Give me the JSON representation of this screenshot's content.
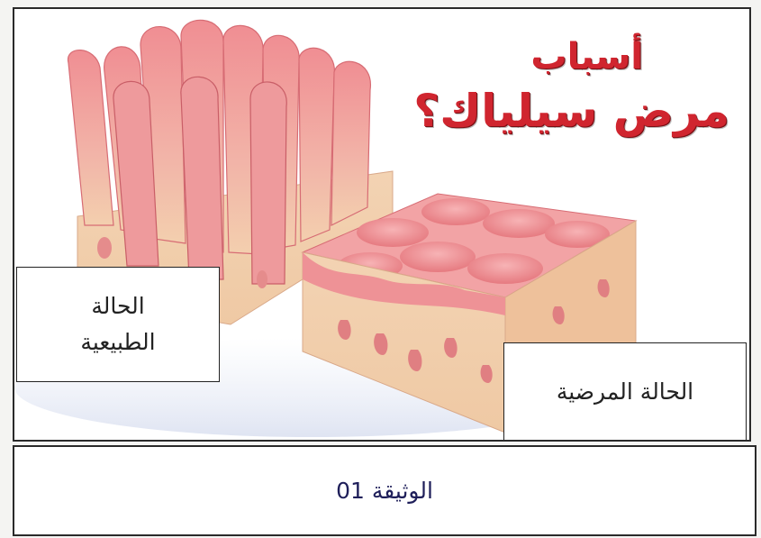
{
  "title": {
    "line1": "أسباب",
    "line2": "مرض سيلياك؟"
  },
  "labels": {
    "normal": [
      "الحالة",
      "الطبيعية"
    ],
    "disease": "الحالة المرضية"
  },
  "document_label": "الوثيقة 01",
  "colors": {
    "title_red": "#d0252f",
    "tissue_pink": "#e98a8f",
    "tissue_base": "#f2cfa8"
  }
}
